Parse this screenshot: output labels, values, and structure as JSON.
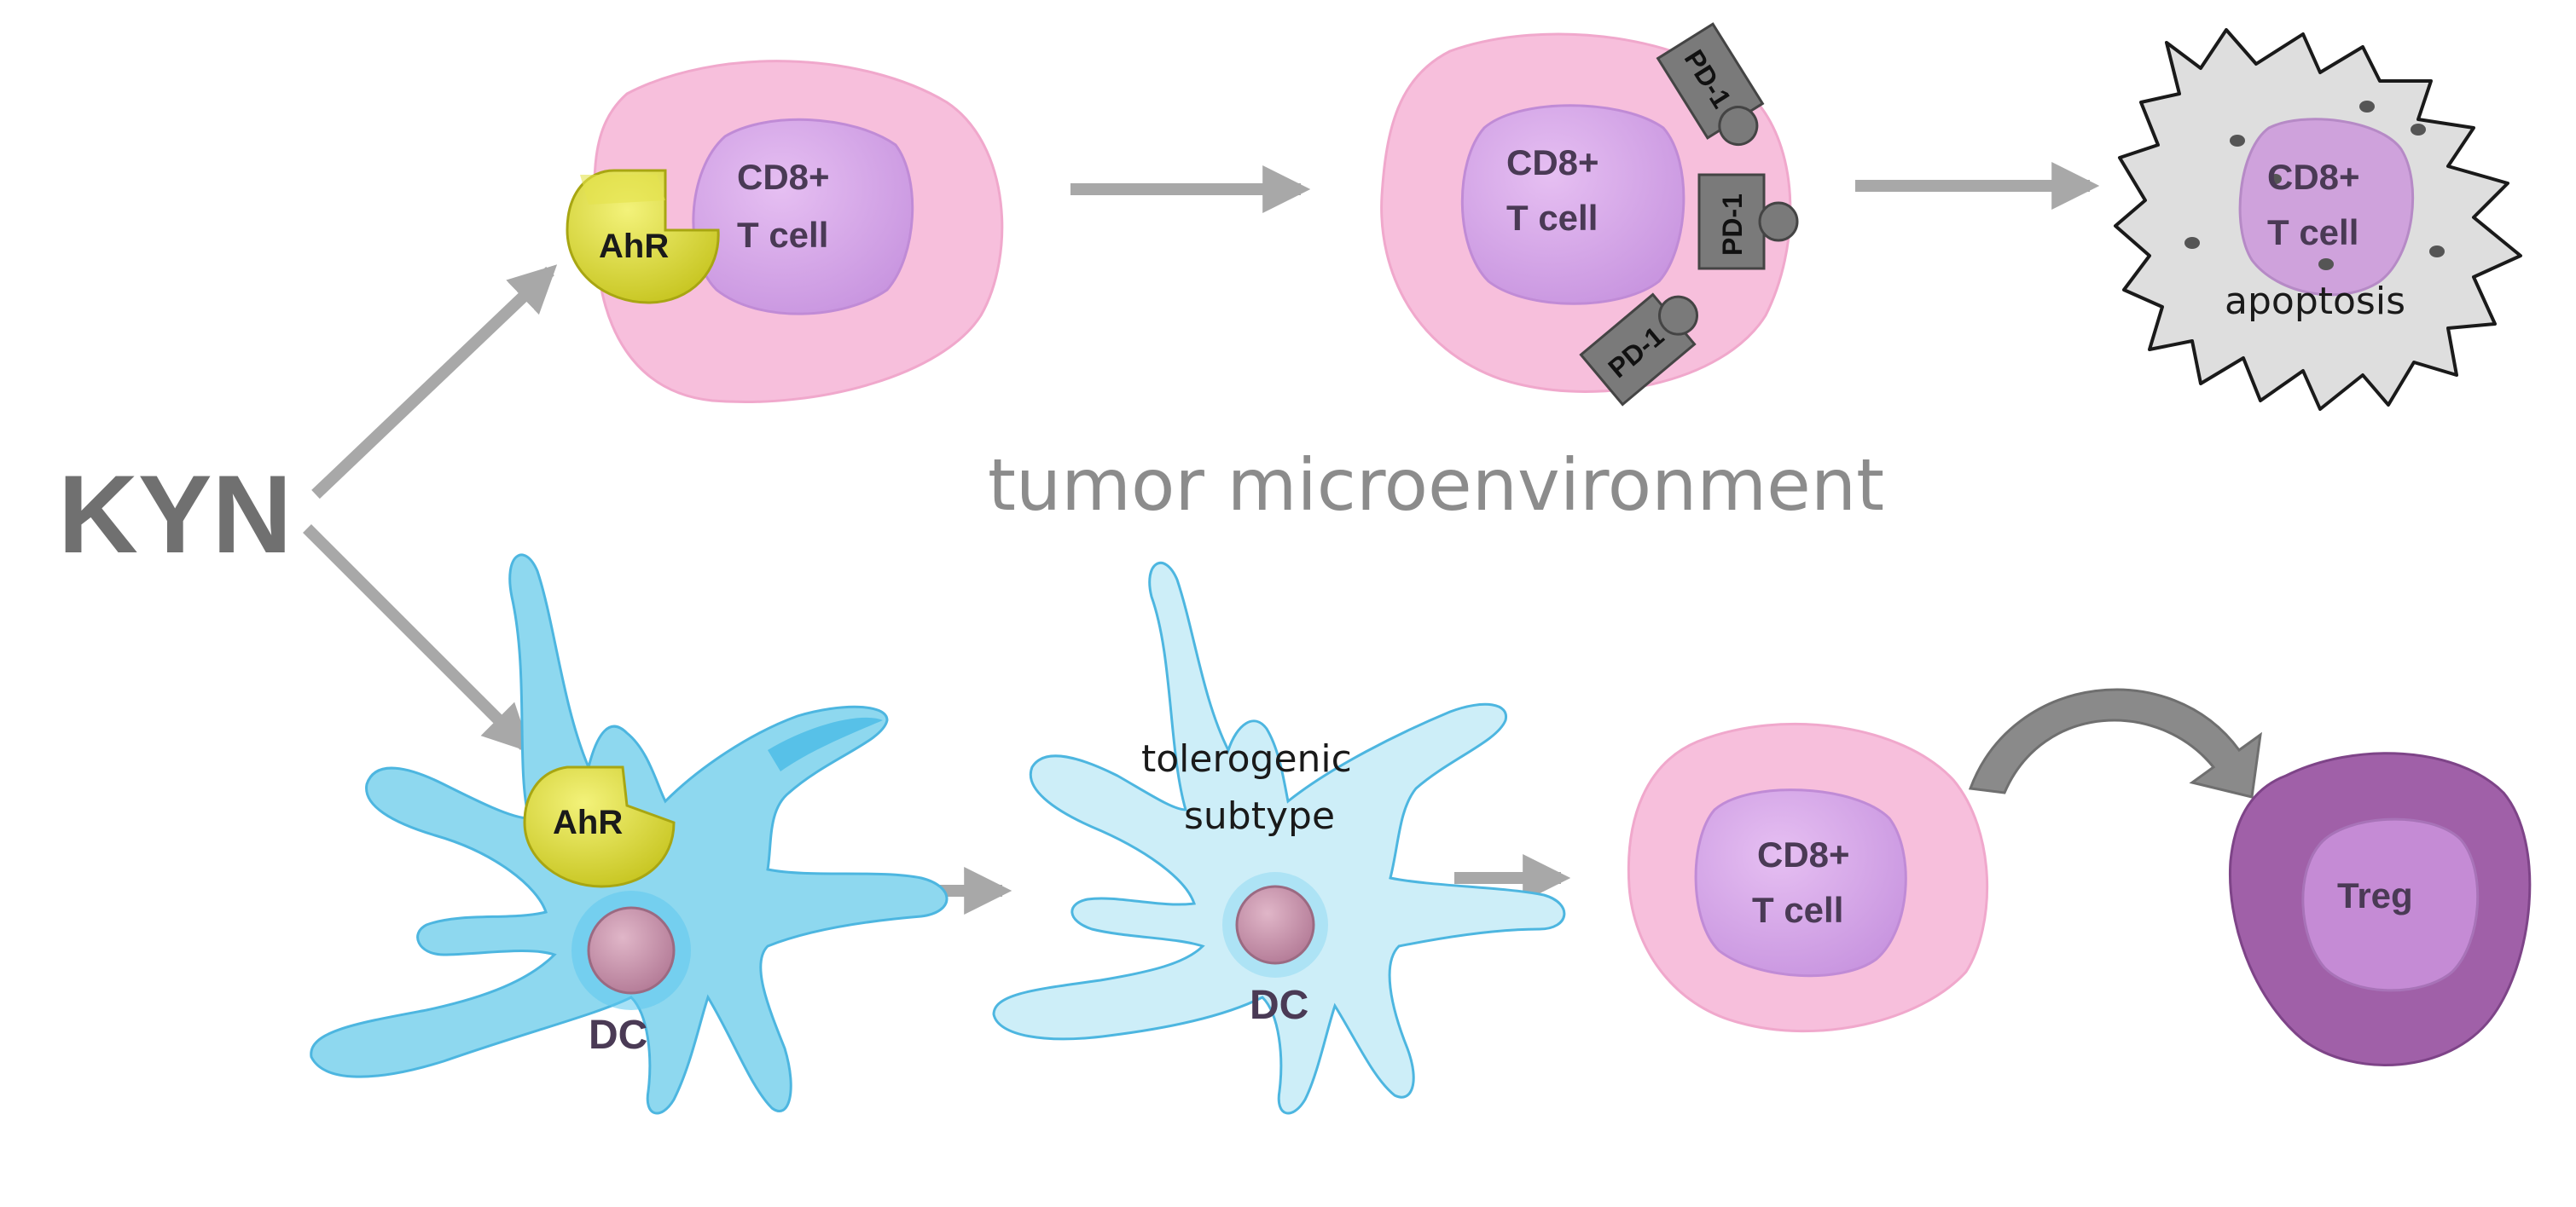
{
  "labels": {
    "kyn": "KYN",
    "environment": "tumor microenvironment",
    "ahr": "AhR",
    "cd8_line1": "CD8+",
    "cd8_line2": "T cell",
    "pd1": "PD-1",
    "apoptosis": "apoptosis",
    "tolerogenic_line1": "tolerogenic",
    "tolerogenic_line2": "subtype",
    "dc": "DC",
    "treg": "Treg"
  },
  "colors": {
    "arrow": "#a8a8a8",
    "tcell_outer": "#f7bfdc",
    "tcell_nucleus": "#d9a6ea",
    "ahr": "#d9d82a",
    "dc_active": "#8ed8ef",
    "dc_tolerogenic": "#cdeef8",
    "treg_outer": "#a060a8",
    "treg_nucleus": "#c58bd5",
    "apoptotic_cell": "#dedede",
    "pd1_receptor": "#7a7a7a"
  }
}
